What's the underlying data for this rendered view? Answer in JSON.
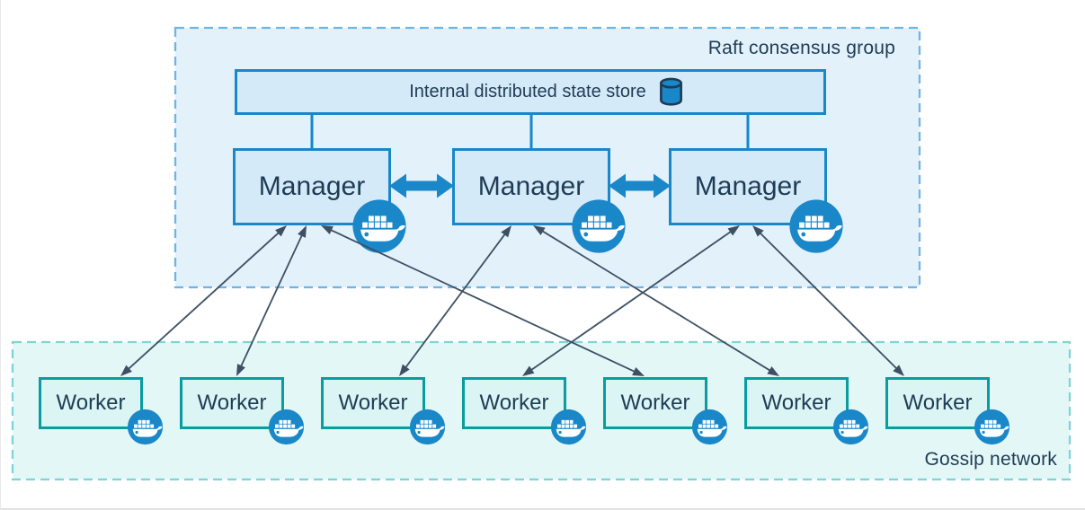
{
  "raft_group": {
    "label": "Raft consensus group",
    "state_store": {
      "label": "Internal distributed state store",
      "icon": "database-cylinder-icon"
    },
    "managers": [
      {
        "id": "manager-1",
        "label": "Manager"
      },
      {
        "id": "manager-2",
        "label": "Manager"
      },
      {
        "id": "manager-3",
        "label": "Manager"
      }
    ]
  },
  "gossip_network": {
    "label": "Gossip network",
    "workers": [
      {
        "id": "worker-1",
        "label": "Worker"
      },
      {
        "id": "worker-2",
        "label": "Worker"
      },
      {
        "id": "worker-3",
        "label": "Worker"
      },
      {
        "id": "worker-4",
        "label": "Worker"
      },
      {
        "id": "worker-5",
        "label": "Worker"
      },
      {
        "id": "worker-6",
        "label": "Worker"
      },
      {
        "id": "worker-7",
        "label": "Worker"
      }
    ]
  },
  "icons": {
    "node_badge": "docker-whale-icon"
  },
  "connections": {
    "store_to_managers": [
      "manager-1",
      "manager-2",
      "manager-3"
    ],
    "manager_peer_links": [
      [
        "manager-1",
        "manager-2"
      ],
      [
        "manager-2",
        "manager-3"
      ]
    ],
    "manager_worker_links": [
      [
        "manager-1",
        "worker-1"
      ],
      [
        "manager-1",
        "worker-2"
      ],
      [
        "manager-1",
        "worker-5"
      ],
      [
        "manager-2",
        "worker-3"
      ],
      [
        "manager-2",
        "worker-6"
      ],
      [
        "manager-3",
        "worker-4"
      ],
      [
        "manager-3",
        "worker-7"
      ]
    ]
  },
  "colors": {
    "accent_blue": "#1a87c8",
    "raft_fill": "#e3f1fa",
    "raft_border": "#70b5e2",
    "node_fill": "#d5eaf8",
    "worker_fill": "#dbf4f4",
    "worker_border": "#099da0",
    "gossip_fill": "#e4f7f7",
    "gossip_border": "#80d3d6",
    "text_navy": "#1e3c55",
    "link_dark": "#3d5063"
  }
}
